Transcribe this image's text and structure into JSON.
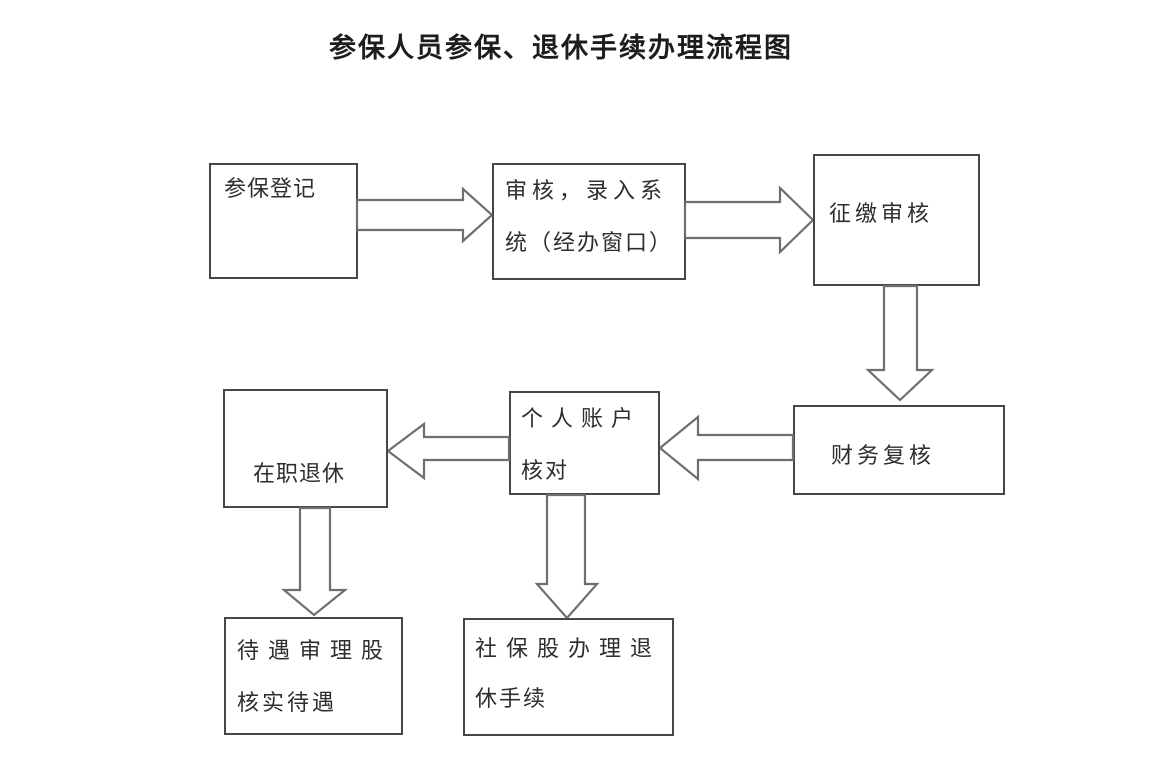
{
  "title": "参保人员参保、退休手续办理流程图",
  "colors": {
    "background": "#ffffff",
    "box_border": "#474747",
    "arrow_outline": "#6f6f6f",
    "text": "#2e2e2e"
  },
  "nodes": {
    "canbao_dengji": {
      "label": "参保登记"
    },
    "shenhe_luru": {
      "lines": [
        "审核，录入系",
        "统（经办窗口）"
      ]
    },
    "zhengjiao_shenhe": {
      "label": "征缴审核"
    },
    "caiwu_fuhe": {
      "label": "财务复核"
    },
    "geren_zhanghu": {
      "lines": [
        "个人账户",
        "核对"
      ]
    },
    "zaizhi_tuixiu": {
      "label": "在职退休"
    },
    "daiyu_shenli": {
      "lines": [
        "待遇审理股",
        "核实待遇"
      ]
    },
    "shebao_banli": {
      "lines": [
        "社保股办理退",
        "休手续"
      ]
    }
  },
  "edges": [
    {
      "from": "参保登记",
      "to": "审核，录入系统（经办窗口）",
      "direction": "right"
    },
    {
      "from": "审核，录入系统（经办窗口）",
      "to": "征缴审核",
      "direction": "right"
    },
    {
      "from": "征缴审核",
      "to": "财务复核",
      "direction": "down"
    },
    {
      "from": "财务复核",
      "to": "个人账户核对",
      "direction": "left"
    },
    {
      "from": "个人账户核对",
      "to": "在职退休",
      "direction": "left"
    },
    {
      "from": "在职退休",
      "to": "待遇审理股核实待遇",
      "direction": "down"
    },
    {
      "from": "个人账户核对",
      "to": "社保股办理退休手续",
      "direction": "down"
    }
  ]
}
